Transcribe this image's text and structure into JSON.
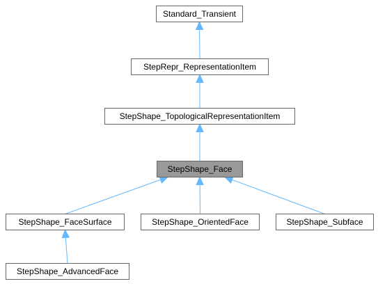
{
  "diagram": {
    "nodes": [
      {
        "id": "standard_transient",
        "label": "Standard_Transient",
        "current": false
      },
      {
        "id": "stepRepr_representationItem",
        "label": "StepRepr_RepresentationItem",
        "current": false
      },
      {
        "id": "stepShape_topologicalRepresentationItem",
        "label": "StepShape_TopologicalRepresentationItem",
        "current": false
      },
      {
        "id": "stepShape_face",
        "label": "StepShape_Face",
        "current": true
      },
      {
        "id": "stepShape_faceSurface",
        "label": "StepShape_FaceSurface",
        "current": false
      },
      {
        "id": "stepShape_orientedFace",
        "label": "StepShape_OrientedFace",
        "current": false
      },
      {
        "id": "stepShape_subface",
        "label": "StepShape_Subface",
        "current": false
      },
      {
        "id": "stepShape_advancedFace",
        "label": "StepShape_AdvancedFace",
        "current": false
      }
    ],
    "edges": [
      {
        "from": "stepRepr_representationItem",
        "to": "standard_transient"
      },
      {
        "from": "stepShape_topologicalRepresentationItem",
        "to": "stepRepr_representationItem"
      },
      {
        "from": "stepShape_face",
        "to": "stepShape_topologicalRepresentationItem"
      },
      {
        "from": "stepShape_faceSurface",
        "to": "stepShape_face"
      },
      {
        "from": "stepShape_orientedFace",
        "to": "stepShape_face"
      },
      {
        "from": "stepShape_subface",
        "to": "stepShape_face"
      },
      {
        "from": "stepShape_advancedFace",
        "to": "stepShape_faceSurface"
      }
    ],
    "colors": {
      "edge": "#63b8ff",
      "current_fill": "#999999",
      "border": "#666666"
    }
  }
}
